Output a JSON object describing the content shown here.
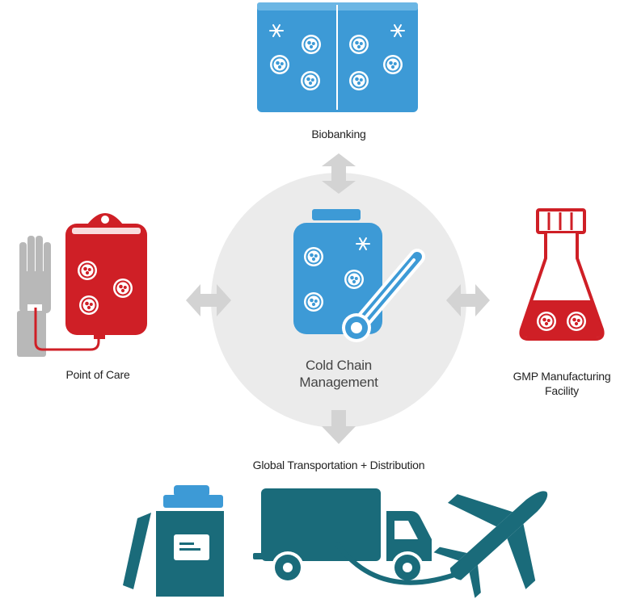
{
  "nodes": {
    "center": {
      "line1": "Cold Chain",
      "line2": "Management"
    },
    "top": {
      "label": "Biobanking"
    },
    "left": {
      "label": "Point of Care"
    },
    "right": {
      "line1": "GMP Manufacturing",
      "line2": "Facility"
    },
    "bottom": {
      "label": "Global Transportation + Distribution"
    }
  },
  "icons": {
    "center": "container-thermometer-icon",
    "top": "freezer-cells-icon",
    "left": "blood-bag-icon",
    "right": "flask-icon",
    "bottom": [
      "shipping-box-icon",
      "truck-icon",
      "airplane-icon"
    ]
  },
  "colors": {
    "blue": "#3d9ad6",
    "red": "#cf1f26",
    "teal": "#1a6b7a",
    "gray_circle": "#ebebeb",
    "arrow_gray": "#d3d3d3",
    "hand_gray": "#b8b8b8"
  }
}
